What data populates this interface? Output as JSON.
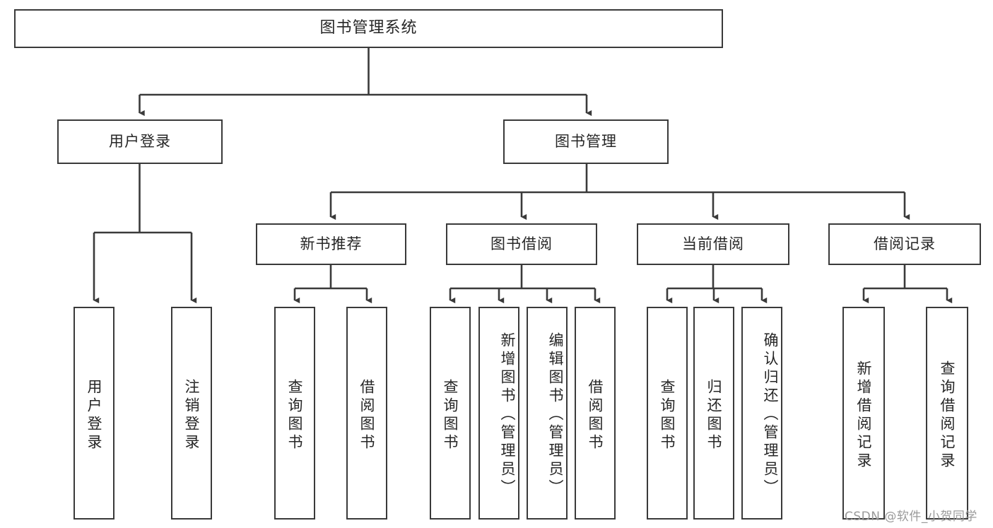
{
  "diagram": {
    "title": "图书管理系统",
    "type": "hierarchy-tree",
    "orientation": "top-down",
    "colors": {
      "box_border": "#3a3a3a",
      "box_fill": "#ffffff",
      "edge": "#3a3a3a",
      "text": "#262626",
      "watermark": "#9a9a9a",
      "background": "#ffffff"
    }
  },
  "nodes": {
    "root": {
      "label": "图书管理系统"
    },
    "level2": [
      {
        "label": "用户登录"
      },
      {
        "label": "图书管理"
      }
    ],
    "level3": [
      {
        "label": "新书推荐"
      },
      {
        "label": "图书借阅"
      },
      {
        "label": "当前借阅"
      },
      {
        "label": "借阅记录"
      }
    ],
    "leaves": {
      "user_login": [
        {
          "label": "用户登录"
        },
        {
          "label": "注销登录"
        }
      ],
      "new_book_recommend": [
        {
          "label": "查询图书"
        },
        {
          "label": "借阅图书"
        }
      ],
      "book_borrow": [
        {
          "label": "查询图书"
        },
        {
          "label": "新增图书（管理员）"
        },
        {
          "label": "编辑图书（管理员）"
        },
        {
          "label": "借阅图书"
        }
      ],
      "current_borrow": [
        {
          "label": "查询图书"
        },
        {
          "label": "归还图书"
        },
        {
          "label": "确认归还（管理员）"
        }
      ],
      "borrow_record": [
        {
          "label": "新增借阅记录"
        },
        {
          "label": "查询借阅记录"
        }
      ]
    }
  },
  "watermark": {
    "text": "CSDN @软件_小贺同学"
  }
}
